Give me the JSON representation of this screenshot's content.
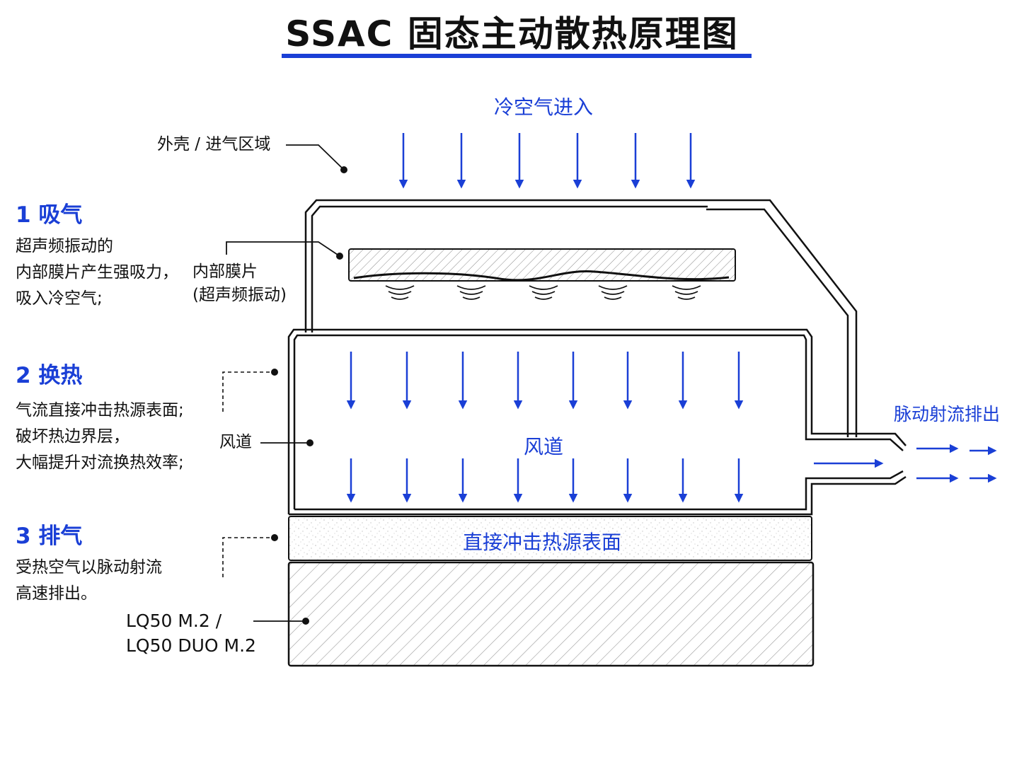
{
  "title": "SSAC 固态主动散热原理图",
  "colors": {
    "accent": "#1a3fd6",
    "ink": "#111111"
  },
  "labels": {
    "cold_air_in": "冷空气进入",
    "shell_intake": "外壳 / 进气区域",
    "membrane": "内部膜片\n(超声频振动)",
    "duct_side": "风道",
    "duct_center": "风道",
    "impact_surface": "直接冲击热源表面",
    "exhaust": "脉动射流排出",
    "product": "LQ50 M.2 /\nLQ50 DUO M.2"
  },
  "steps": [
    {
      "heading": "1 吸气",
      "desc": "超声频振动的\n内部膜片产生强吸力，\n吸入冷空气;"
    },
    {
      "heading": "2 换热",
      "desc": "气流直接冲击热源表面;\n破坏热边界层，\n大幅提升对流换热效率;"
    },
    {
      "heading": "3 排气",
      "desc": "受热空气以脉动射流\n高速排出。"
    }
  ],
  "icons": {
    "flow_arrow": "down-arrow-icon",
    "exhaust_arrow": "right-arrow-icon",
    "wave": "vibration-wave-icon"
  }
}
